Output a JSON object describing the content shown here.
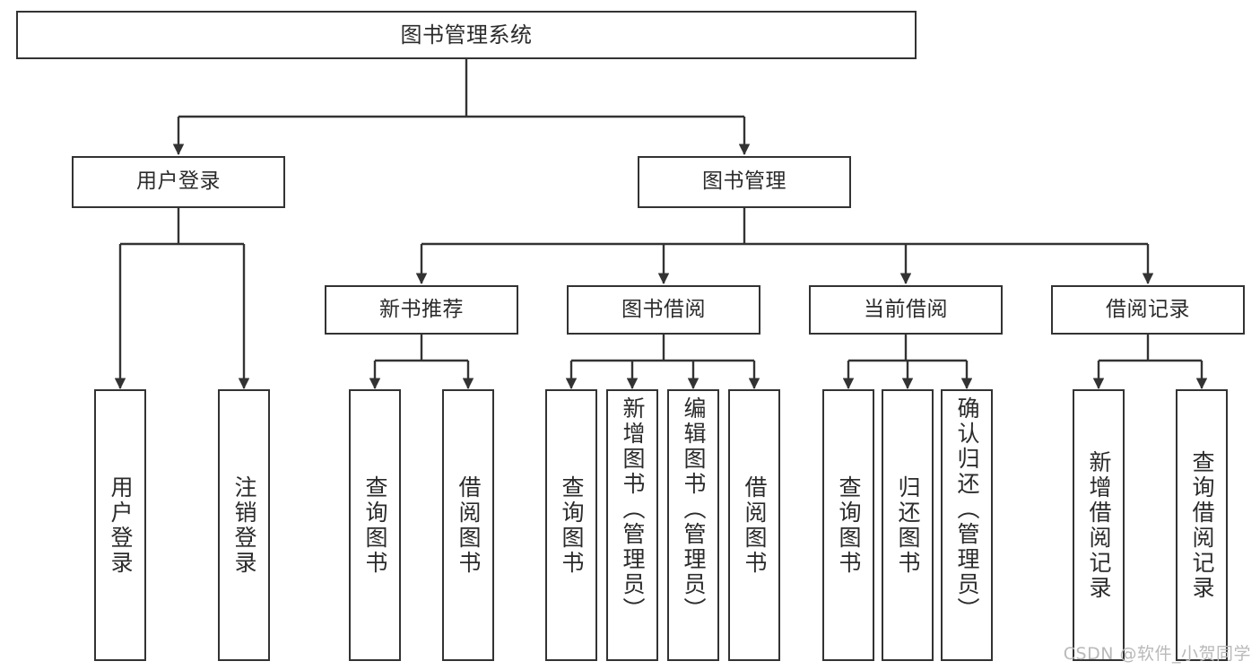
{
  "diagram": {
    "title": "图书管理系统",
    "type": "tree-hierarchy",
    "watermark": "CSDN @软件_小贺同学",
    "colors": {
      "background": "#ffffff",
      "node_border": "#333333",
      "node_fill": "#ffffff",
      "text": "#2b2b2b",
      "edge": "#333333",
      "watermark": "#b9b9b9"
    },
    "nodes": {
      "root": {
        "label": "图书管理系统"
      },
      "level1": [
        {
          "id": "user-login",
          "label": "用户登录"
        },
        {
          "id": "book-manage",
          "label": "图书管理"
        }
      ],
      "level2": [
        {
          "id": "new-book-recommend",
          "label": "新书推荐"
        },
        {
          "id": "book-borrow",
          "label": "图书借阅"
        },
        {
          "id": "current-borrow",
          "label": "当前借阅"
        },
        {
          "id": "borrow-record",
          "label": "借阅记录"
        }
      ],
      "leaves": {
        "user_login": [
          {
            "id": "leaf-user-login",
            "label": "用户登录"
          },
          {
            "id": "leaf-logout-login",
            "label": "注销登录"
          }
        ],
        "new_book_recommend": [
          {
            "id": "leaf-query-book-1",
            "label": "查询图书"
          },
          {
            "id": "leaf-borrow-book-1",
            "label": "借阅图书"
          }
        ],
        "book_borrow": [
          {
            "id": "leaf-query-book-2",
            "label": "查询图书"
          },
          {
            "id": "leaf-add-book",
            "label": "新增图书（管理员）"
          },
          {
            "id": "leaf-edit-book",
            "label": "编辑图书（管理员）"
          },
          {
            "id": "leaf-borrow-book-2",
            "label": "借阅图书"
          }
        ],
        "current_borrow": [
          {
            "id": "leaf-query-book-3",
            "label": "查询图书"
          },
          {
            "id": "leaf-return-book",
            "label": "归还图书"
          },
          {
            "id": "leaf-confirm-return",
            "label": "确认归还（管理员）"
          }
        ],
        "borrow_record": [
          {
            "id": "leaf-add-record",
            "label": "新增借阅记录"
          },
          {
            "id": "leaf-query-record",
            "label": "查询借阅记录"
          }
        ]
      }
    }
  }
}
